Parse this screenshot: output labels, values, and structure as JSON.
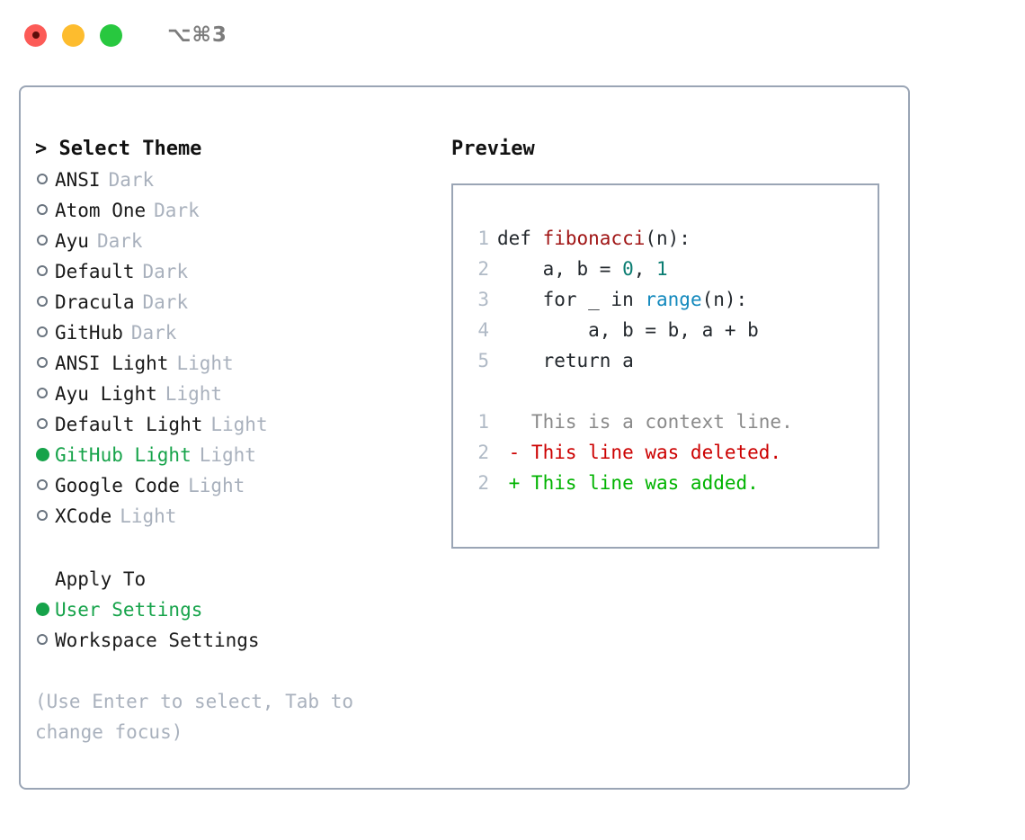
{
  "titlebar": {
    "lights": [
      {
        "name": "close-button",
        "color": "#fc5b57"
      },
      {
        "name": "minimize-button",
        "color": "#fdbc2e"
      },
      {
        "name": "maximize-button",
        "color": "#28c83f"
      }
    ],
    "shortcut": "⌥⌘3"
  },
  "theme_panel": {
    "header": "> Select Theme",
    "caret": ">",
    "title": "Select Theme",
    "options": [
      {
        "marker": "ring",
        "label": "ANSI",
        "badge": "Dark",
        "selected": false
      },
      {
        "marker": "ring",
        "label": "Atom One",
        "badge": "Dark",
        "selected": false
      },
      {
        "marker": "ring",
        "label": "Ayu",
        "badge": "Dark",
        "selected": false
      },
      {
        "marker": "ring",
        "label": "Default",
        "badge": "Dark",
        "selected": false
      },
      {
        "marker": "ring",
        "label": "Dracula",
        "badge": "Dark",
        "selected": false
      },
      {
        "marker": "ring",
        "label": "GitHub",
        "badge": "Dark",
        "selected": false
      },
      {
        "marker": "ring",
        "label": "ANSI Light",
        "badge": "Light",
        "selected": false
      },
      {
        "marker": "ring",
        "label": "Ayu Light",
        "badge": "Light",
        "selected": false
      },
      {
        "marker": "ring",
        "label": "Default Light",
        "badge": "Light",
        "selected": false
      },
      {
        "marker": "dot",
        "label": "GitHub Light",
        "badge": "Light",
        "selected": true
      },
      {
        "marker": "ring",
        "label": "Google Code",
        "badge": "Light",
        "selected": false
      },
      {
        "marker": "ring",
        "label": "XCode",
        "badge": "Light",
        "selected": false
      }
    ]
  },
  "apply_to": {
    "header": "Apply To",
    "options": [
      {
        "marker": "dot",
        "label": "User Settings",
        "badge": "",
        "selected": true
      },
      {
        "marker": "ring",
        "label": "Workspace Settings",
        "badge": "",
        "selected": false
      }
    ]
  },
  "hint": "(Use Enter to select, Tab to change focus)",
  "preview": {
    "title": "Preview",
    "code_lines": [
      {
        "lineno": "1",
        "tokens": [
          {
            "text": "def ",
            "cls": "tok-plain"
          },
          {
            "text": "fibonacci",
            "cls": "tok-func"
          },
          {
            "text": "(n):",
            "cls": "tok-plain"
          }
        ]
      },
      {
        "lineno": "2",
        "tokens": [
          {
            "text": "    a, b = ",
            "cls": "tok-plain"
          },
          {
            "text": "0",
            "cls": "tok-num"
          },
          {
            "text": ", ",
            "cls": "tok-plain"
          },
          {
            "text": "1",
            "cls": "tok-num"
          }
        ]
      },
      {
        "lineno": "3",
        "tokens": [
          {
            "text": "    for _ in ",
            "cls": "tok-plain"
          },
          {
            "text": "range",
            "cls": "tok-call"
          },
          {
            "text": "(n):",
            "cls": "tok-plain"
          }
        ]
      },
      {
        "lineno": "4",
        "tokens": [
          {
            "text": "        a, b = b, a + b",
            "cls": "tok-plain"
          }
        ]
      },
      {
        "lineno": "5",
        "tokens": [
          {
            "text": "    return a",
            "cls": "tok-plain"
          }
        ]
      }
    ],
    "diff_lines": [
      {
        "lineno": "1",
        "text": "   This is a context line.",
        "cls": "diff-ctx"
      },
      {
        "lineno": "2",
        "text": " - This line was deleted.",
        "cls": "diff-del"
      },
      {
        "lineno": "2",
        "text": " + This line was added.",
        "cls": "diff-add"
      }
    ]
  },
  "colors": {
    "accent_green": "#16a34a",
    "border": "#9aa5b5",
    "muted": "#a9b1bd",
    "lineno": "#b0bac6",
    "syntax_function": "#a01515",
    "syntax_number": "#0b7d72",
    "syntax_call": "#1389bd",
    "diff_context": "#8a8a8a",
    "diff_deleted": "#cc0000",
    "diff_added": "#00b300"
  }
}
